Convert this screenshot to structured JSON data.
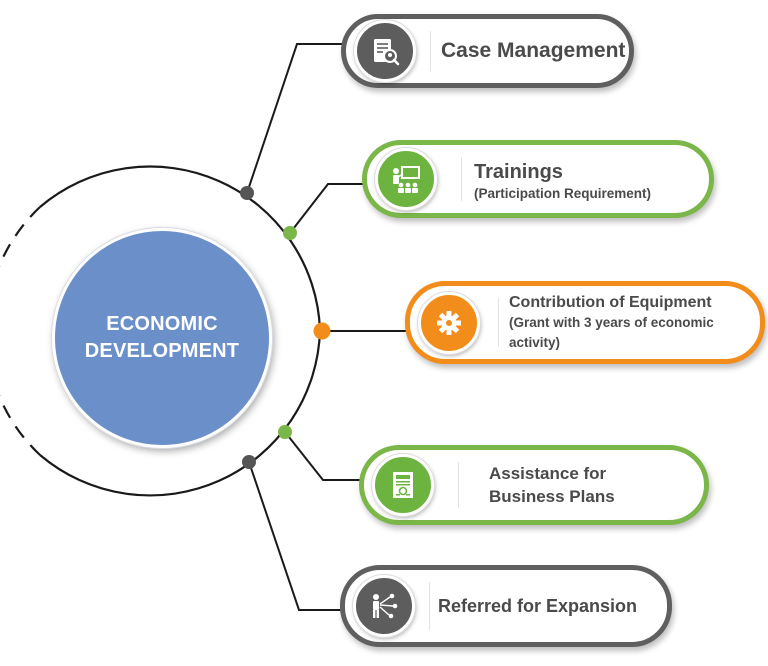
{
  "center": {
    "label": "ECONOMIC\nDEVELOPMENT"
  },
  "colors": {
    "center": "#6b8fc9",
    "dark": "#5f5f5f",
    "green": "#7ab648",
    "orange": "#f28c1a",
    "line": "#1a1a1a"
  },
  "items": [
    {
      "title": "Case Management",
      "subtitle": "",
      "accent": "dark",
      "icon": "document-search-icon"
    },
    {
      "title": "Trainings",
      "subtitle": "(Participation Requirement)",
      "accent": "green",
      "icon": "presentation-training-icon"
    },
    {
      "title": "Contribution of Equipment",
      "subtitle": "(Grant with 3 years of economic activity)",
      "accent": "orange",
      "icon": "gear-icon"
    },
    {
      "title": "Assistance for Business Plans",
      "subtitle": "",
      "accent": "green",
      "icon": "business-plan-document-icon"
    },
    {
      "title": "Referred for Expansion",
      "subtitle": "",
      "accent": "dark",
      "icon": "network-expansion-icon"
    }
  ]
}
